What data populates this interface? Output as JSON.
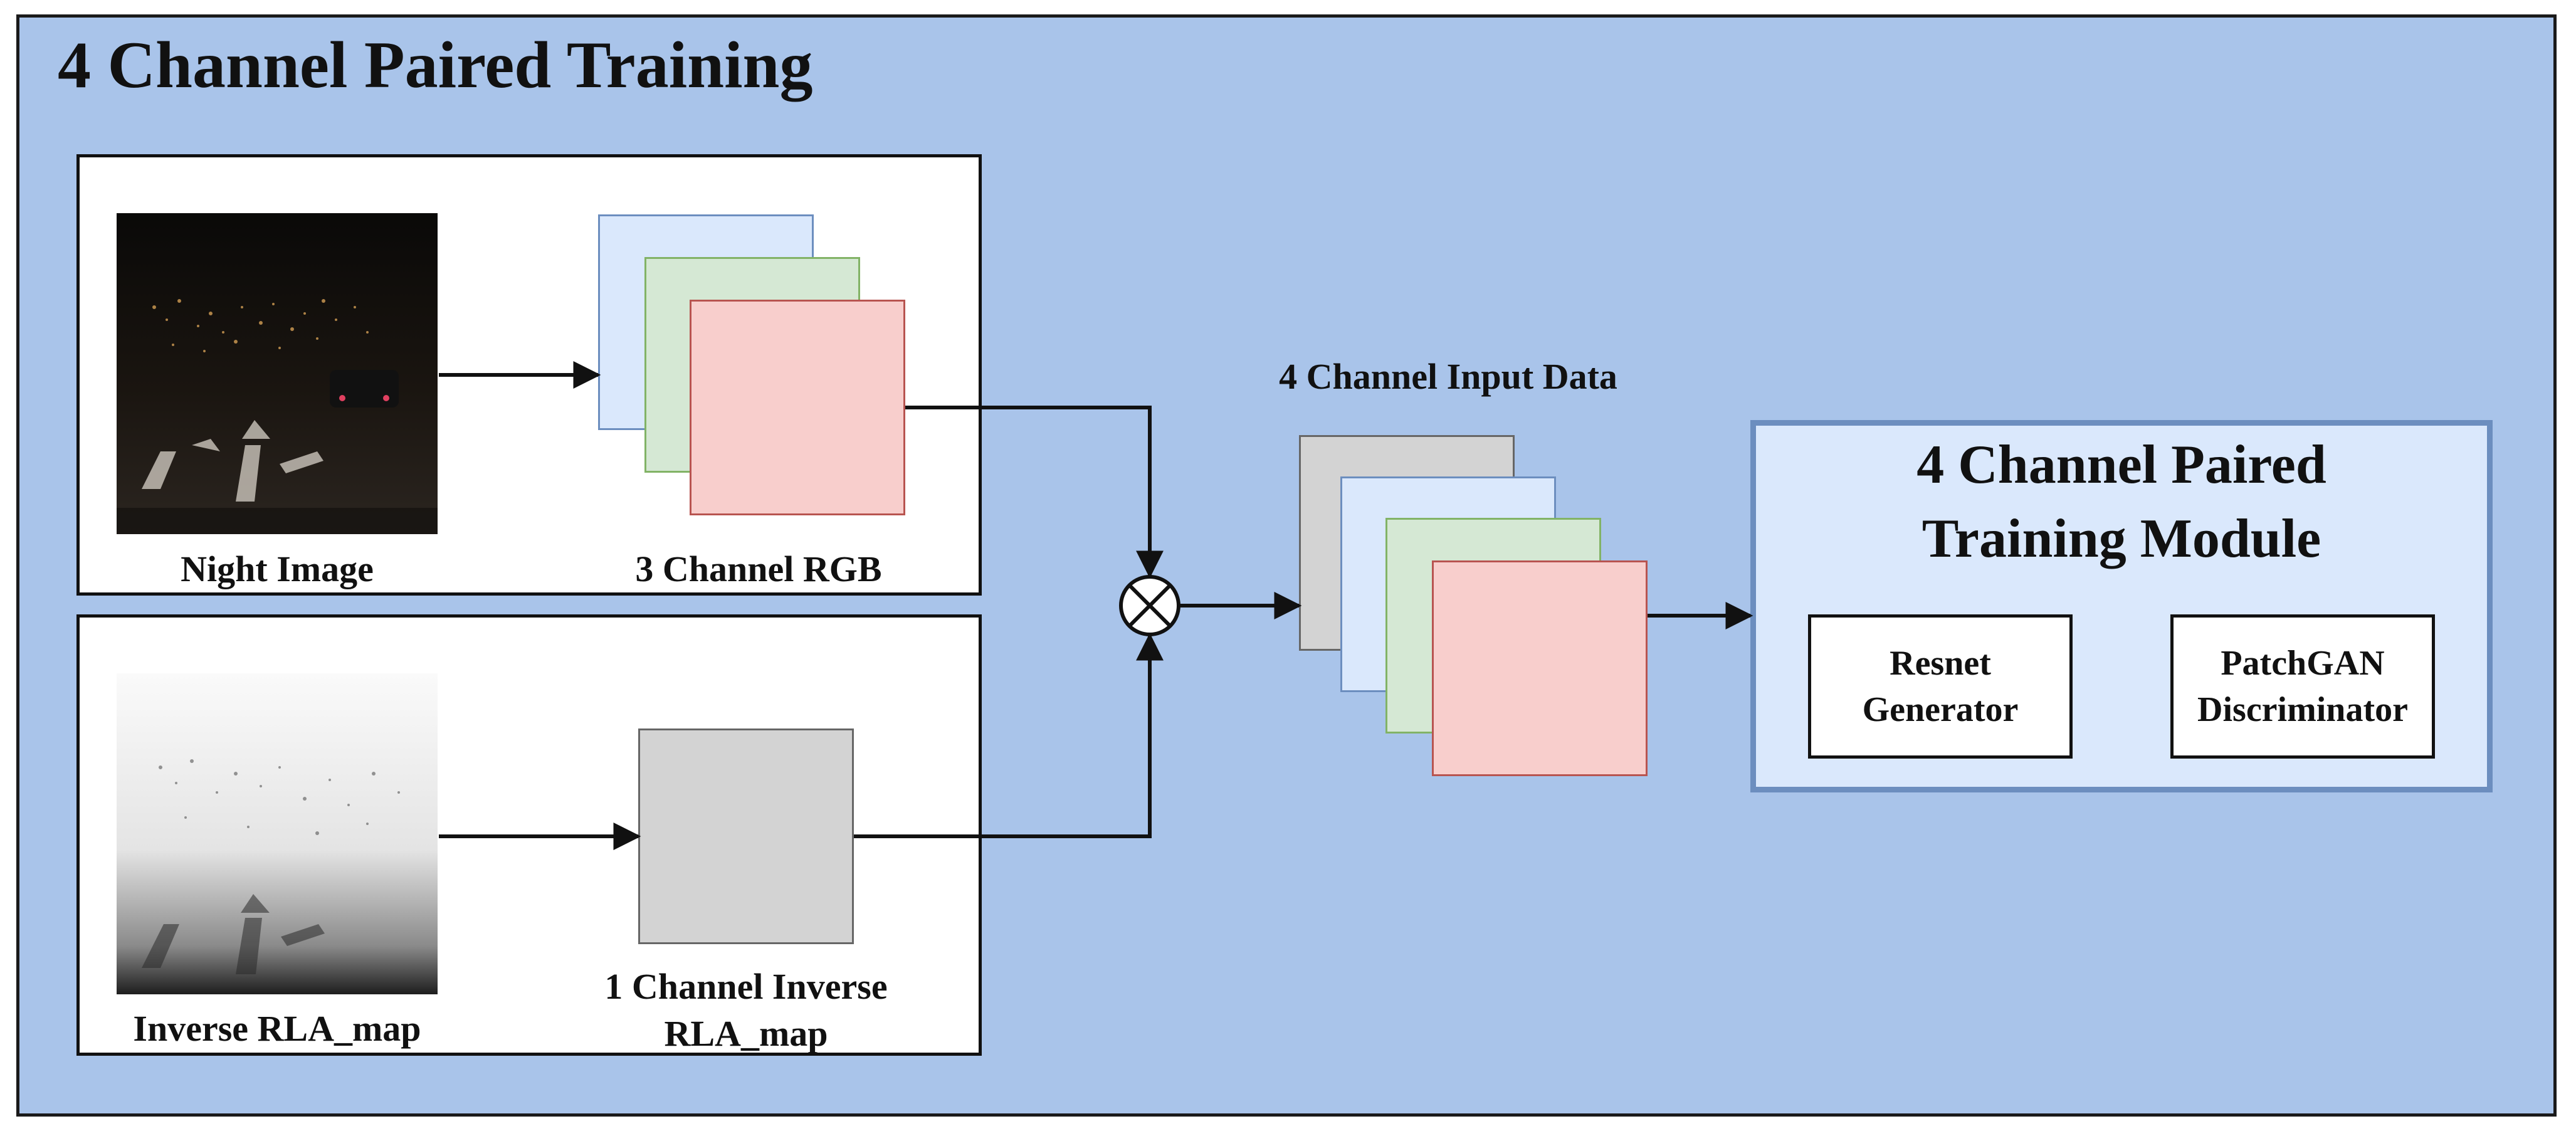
{
  "title": "4 Channel Paired Training",
  "top_panel": {
    "night_image_label": "Night Image",
    "rgb_label": "3 Channel RGB"
  },
  "bottom_panel": {
    "rla_image_label": "Inverse RLA_map",
    "one_channel_label_line1": "1 Channel Inverse",
    "one_channel_label_line2": "RLA_map"
  },
  "input_data_label": "4 Channel Input Data",
  "module": {
    "title_line1": "4 Channel Paired",
    "title_line2": "Training Module",
    "generator": "Resnet\nGenerator",
    "discriminator": "PatchGAN\nDiscriminator"
  },
  "colors": {
    "background": "#a9c4ea",
    "rgb_blue": "#dae8fc",
    "rgb_green": "#d5e8d4",
    "rgb_red": "#f8cecc",
    "grey_channel": "#d3d3d3"
  }
}
